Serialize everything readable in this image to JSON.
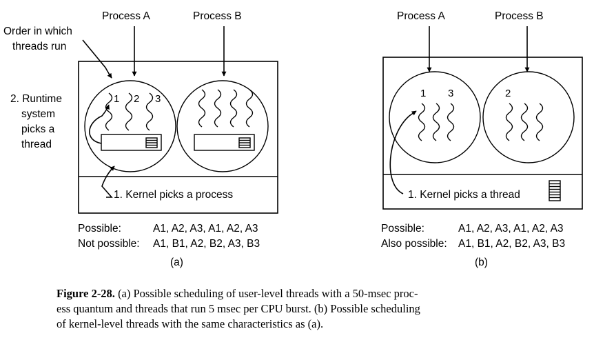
{
  "panel_a": {
    "process_a_label": "Process A",
    "process_b_label": "Process B",
    "order_label_line1": "Order in which",
    "order_label_line2": "threads run",
    "runtime_line1": "2. Runtime",
    "runtime_line2": "system",
    "runtime_line3": "picks a",
    "runtime_line4": "thread",
    "thread_num_1": "1",
    "thread_num_2": "2",
    "thread_num_3": "3",
    "kernel_label": "1. Kernel picks a process",
    "possible_label": "Possible:",
    "possible_seq": "A1, A2, A3, A1, A2, A3",
    "notpossible_label": "Not possible:",
    "notpossible_seq": "A1, B1, A2, B2, A3, B3",
    "sub_label": "(a)"
  },
  "panel_b": {
    "process_a_label": "Process A",
    "process_b_label": "Process B",
    "thread_num_1": "1",
    "thread_num_3": "3",
    "thread_num_2": "2",
    "kernel_label": "1. Kernel picks a thread",
    "possible_label": "Possible:",
    "possible_seq": "A1, A2, A3, A1, A2, A3",
    "alsopossible_label": "Also possible:",
    "alsopossible_seq": "A1, B1, A2, B2, A3, B3",
    "sub_label": "(b)"
  },
  "caption": {
    "bold": "Figure 2-28.",
    "line1": " (a) Possible scheduling of user-level threads with a 50-msec proc-",
    "line2": "ess quantum and threads that run 5 msec per CPU burst.  (b) Possible scheduling",
    "line3": "of kernel-level threads with the same characteristics as (a)."
  }
}
